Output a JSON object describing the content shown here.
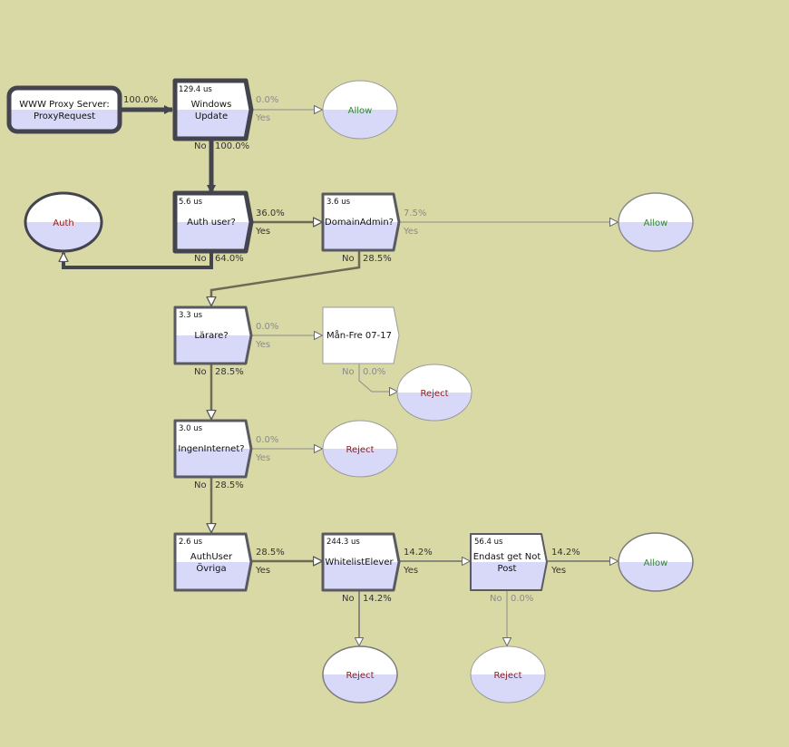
{
  "start": {
    "line1": "WWW Proxy Server:",
    "line2": "ProxyRequest",
    "out_pct": "100.0%"
  },
  "nodes": {
    "windows_update": {
      "time": "129.4 us",
      "line1": "Windows",
      "line2": "Update",
      "yes_pct": "0.0%",
      "yes": "Yes",
      "no": "No",
      "no_pct": "100.0%"
    },
    "auth_user": {
      "time": "5.6 us",
      "label": "Auth user?",
      "yes_pct": "36.0%",
      "yes": "Yes",
      "no": "No",
      "no_pct": "64.0%"
    },
    "domain_admin": {
      "time": "3.6 us",
      "label": "DomainAdmin?",
      "yes_pct": "7.5%",
      "yes": "Yes",
      "no": "No",
      "no_pct": "28.5%"
    },
    "larare": {
      "time": "3.3 us",
      "label": "Lärare?",
      "yes_pct": "0.0%",
      "yes": "Yes",
      "no": "No",
      "no_pct": "28.5%"
    },
    "man_fre": {
      "label": "Mån-Fre 07-17",
      "no": "No",
      "no_pct": "0.0%"
    },
    "ingen_internet": {
      "time": "3.0 us",
      "label": "IngenInternet?",
      "yes_pct": "0.0%",
      "yes": "Yes",
      "no": "No",
      "no_pct": "28.5%"
    },
    "authuser_ovriga": {
      "time": "2.6 us",
      "line1": "AuthUser",
      "line2": "Övriga",
      "yes_pct": "28.5%",
      "yes": "Yes"
    },
    "whitelist_elever": {
      "time": "244.3 us",
      "label": "WhitelistElever",
      "yes_pct": "14.2%",
      "yes": "Yes",
      "no": "No",
      "no_pct": "14.2%"
    },
    "endast_get": {
      "time": "56.4 us",
      "line1": "Endast get Not",
      "line2": "Post",
      "yes_pct": "14.2%",
      "yes": "Yes",
      "no": "No",
      "no_pct": "0.0%"
    }
  },
  "terminals": {
    "allow_1": "Allow",
    "auth": "Auth",
    "allow_2": "Allow",
    "reject_1": "Reject",
    "reject_2": "Reject",
    "allow_3": "Allow",
    "reject_3": "Reject",
    "reject_4": "Reject"
  },
  "colors": {
    "background": "#d9d9a6",
    "node_fill_bottom": "#d8d8f8",
    "border": "#4b4b55",
    "allow_text": "#2e8b2e",
    "reject_text": "#8b1c1c"
  }
}
